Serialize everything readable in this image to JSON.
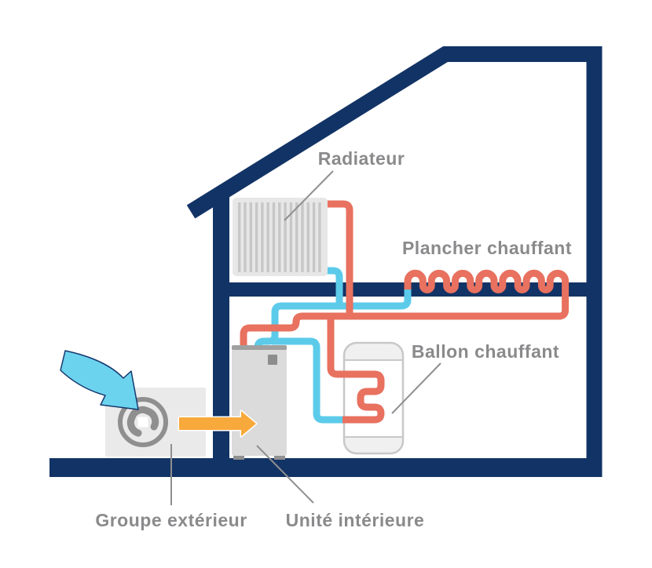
{
  "diagram": {
    "type": "heat-pump-heating-system-schematic",
    "labels": {
      "radiator": "Radiateur",
      "floor_heating": "Plancher chauffant",
      "water_tank": "Ballon chauffant",
      "outdoor_unit": "Groupe extérieur",
      "indoor_unit": "Unité intérieure"
    },
    "colors": {
      "house_structure": "#123365",
      "pipe_hot": "#E8715F",
      "pipe_cold": "#5CCBEA",
      "air_intake_arrow": "#6CD3EE",
      "air_intake_arrow_outline": "#16396E",
      "heat_transfer_arrow": "#F8A93C",
      "label_text": "#8A8A8C",
      "pointer_line": "#8F8F8F",
      "equipment_light_gray": "#E7E7E7",
      "equipment_mid_gray": "#C7C7C7",
      "fan_gray": "#8F8F8F",
      "tank_border": "#C8C8C8"
    }
  }
}
